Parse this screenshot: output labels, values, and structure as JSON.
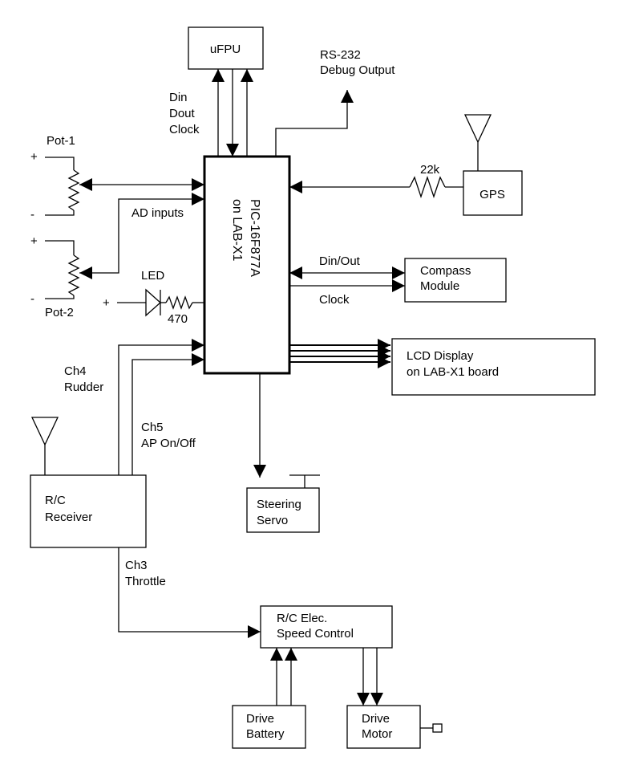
{
  "blocks": {
    "ufpu": "uFPU",
    "mcu_line1": "PIC-16F877A",
    "mcu_line2": "on LAB-X1",
    "gps": "GPS",
    "compass_line1": "Compass",
    "compass_line2": "Module",
    "lcd_line1": "LCD Display",
    "lcd_line2": "on LAB-X1 board",
    "receiver_line1": "R/C",
    "receiver_line2": "Receiver",
    "servo_line1": "Steering",
    "servo_line2": "Servo",
    "esc_line1": "R/C Elec.",
    "esc_line2": "Speed Control",
    "battery_line1": "Drive",
    "battery_line2": "Battery",
    "motor_line1": "Drive",
    "motor_line2": "Motor"
  },
  "labels": {
    "rs232_line1": "RS-232",
    "rs232_line2": "Debug Output",
    "fpu_signals": [
      "Din",
      "Dout",
      "Clock"
    ],
    "resistor_22k": "22k",
    "pot1": "Pot-1",
    "pot2": "Pot-2",
    "plus": "+",
    "minus": "-",
    "ad_inputs": "AD inputs",
    "led": "LED",
    "resistor_470": "470",
    "din_out": "Din/Out",
    "clock": "Clock",
    "ch4_line1": "Ch4",
    "ch4_line2": "Rudder",
    "ch5_line1": "Ch5",
    "ch5_line2": "AP On/Off",
    "ch3_line1": "Ch3",
    "ch3_line2": "Throttle"
  }
}
